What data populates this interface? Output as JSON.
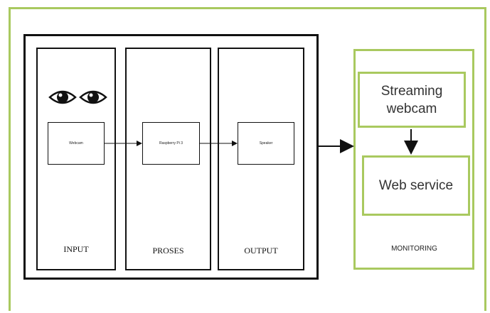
{
  "diagram": {
    "columns": [
      {
        "id": "input",
        "label": "INPUT",
        "node": "Webcam"
      },
      {
        "id": "proses",
        "label": "PROSES",
        "node": "Raspberry Pi 3"
      },
      {
        "id": "output",
        "label": "OUTPUT",
        "node": "Speaker"
      }
    ],
    "monitoring": {
      "label": "MONITORING",
      "nodes": [
        "Streaming webcam",
        "Web service"
      ]
    },
    "icons": [
      "eye-icon",
      "eye-icon"
    ],
    "colors": {
      "frame": "#a9c95f",
      "lines": "#111111"
    }
  }
}
